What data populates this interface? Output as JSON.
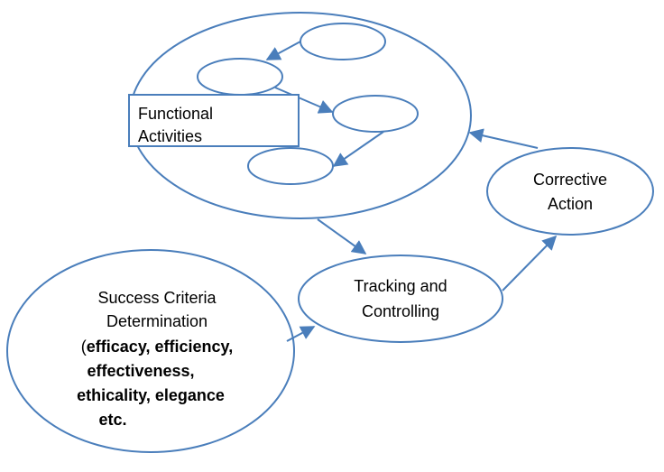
{
  "nodes": {
    "functional_activities": {
      "line1": "Functional",
      "line2": "Activities"
    },
    "corrective_action": {
      "line1": "Corrective",
      "line2": "Action"
    },
    "tracking_controlling": {
      "line1": "Tracking and",
      "line2": "Controlling"
    },
    "success_criteria": {
      "line1": "Success Criteria",
      "line2": "Determination",
      "line3_prefix": "(",
      "line3_bold": "efficacy, efficiency,",
      "line4": "effectiveness,",
      "line5": "ethicality, elegance",
      "line6": "etc."
    }
  },
  "colors": {
    "stroke": "#4a7ebb",
    "background": "#ffffff",
    "text": "#000000"
  }
}
